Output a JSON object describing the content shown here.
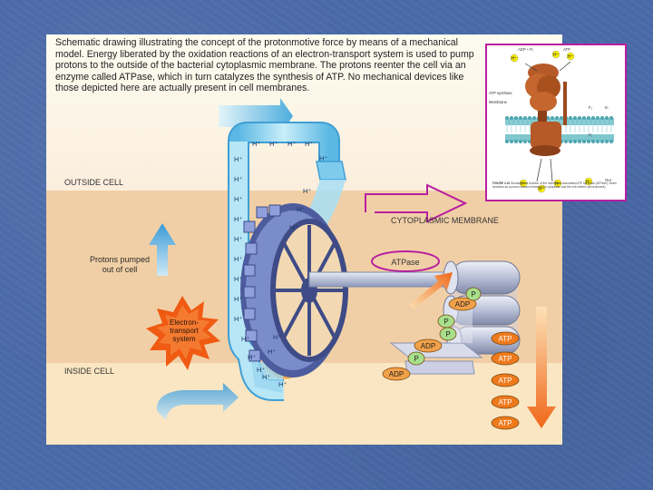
{
  "caption": "Schematic drawing illustrating the concept of the protonmotive force by means of a mechanical model. Energy liberated by the oxidation reactions of an electron-transport system is used to pump protons to the outside of the bacterial cytoplasmic membrane. The protons reenter the cell via an enzyme called ATPase, which in turn catalyzes the synthesis of ATP. No mechanical devices like those depicted here are actually present in cell membranes.",
  "labels": {
    "outside_cell": "OUTSIDE CELL",
    "inside_cell": "INSIDE CELL",
    "cytoplasmic_membrane": "CYTOPLASMIC MEMBRANE",
    "protons_pumped": "Protons pumped out of cell",
    "electron_transport": "Electron-transport system",
    "atpase": "ATPase",
    "hplus": "H⁺",
    "adp": "ADP",
    "p": "P",
    "atp": "ATP"
  },
  "inset": {
    "top_labels": [
      "ADP + Pᵢ",
      "ATP"
    ],
    "left_labels": [
      "ATP synthase",
      "Membrane",
      "F₀",
      "F₁"
    ],
    "right_labels": [
      "In",
      "Out"
    ],
    "caption_bold": "FIGURE 4.19",
    "caption_text": "Structure and function of the membrane-associated ATP synthase (ATPase), which functions as a proton channel between the cytoplasm and the cell exterior (environment)."
  },
  "colors": {
    "slide_bg": "#4a6aa8",
    "outside_bg": "#fdf4dc",
    "membrane": "#f2cda3",
    "inside_bg": "#fbe8c4",
    "pipe": "#9cdcf3",
    "wheel": "#6f7fbf",
    "adp": "#f1a14a",
    "p": "#a8df8a",
    "atp": "#ee7a1c",
    "inset_border": "#b71fa0",
    "pointer_arrow": "#b71fa0"
  }
}
